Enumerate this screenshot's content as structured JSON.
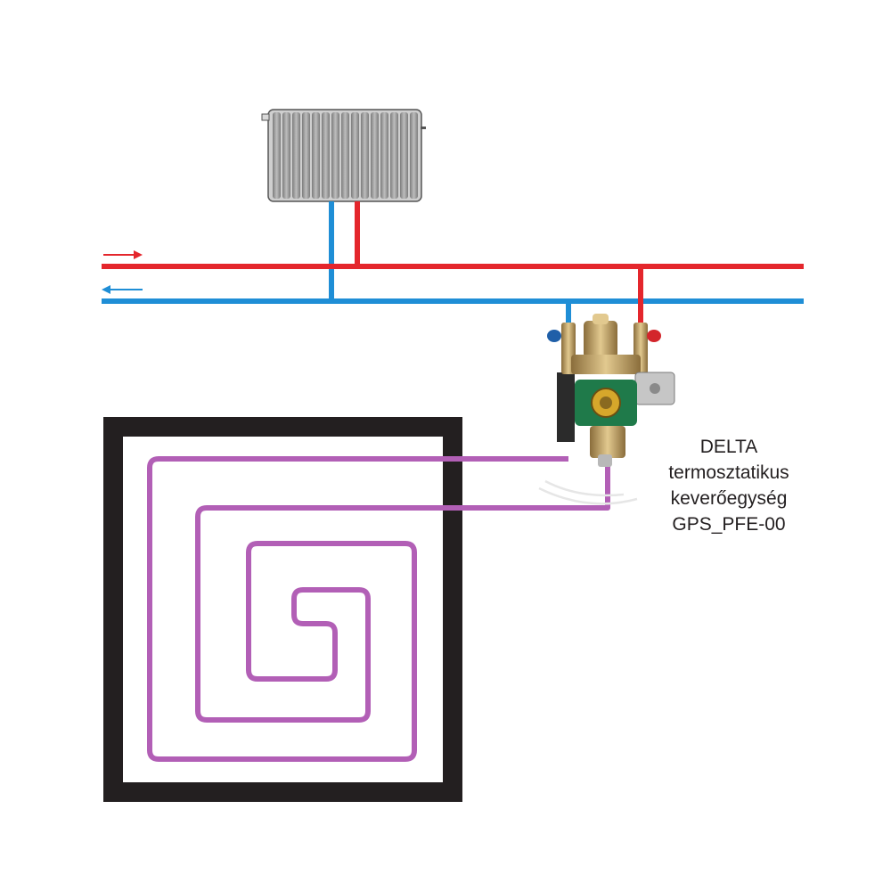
{
  "caption": {
    "line1": "DELTA",
    "line2": "termosztatikus",
    "line3": "keverőegység",
    "line4": "GPS_PFE-00"
  },
  "colors": {
    "supply_pipe": "#e4262c",
    "return_pipe": "#1f8ed6",
    "floor_loop": "#b25fb6",
    "floor_frame": "#231f20",
    "radiator": "#9a9a9a",
    "pump": "#1f7a4a"
  },
  "icons": {
    "flow_direction_supply": "arrow-right-icon",
    "flow_direction_return": "arrow-left-icon"
  }
}
